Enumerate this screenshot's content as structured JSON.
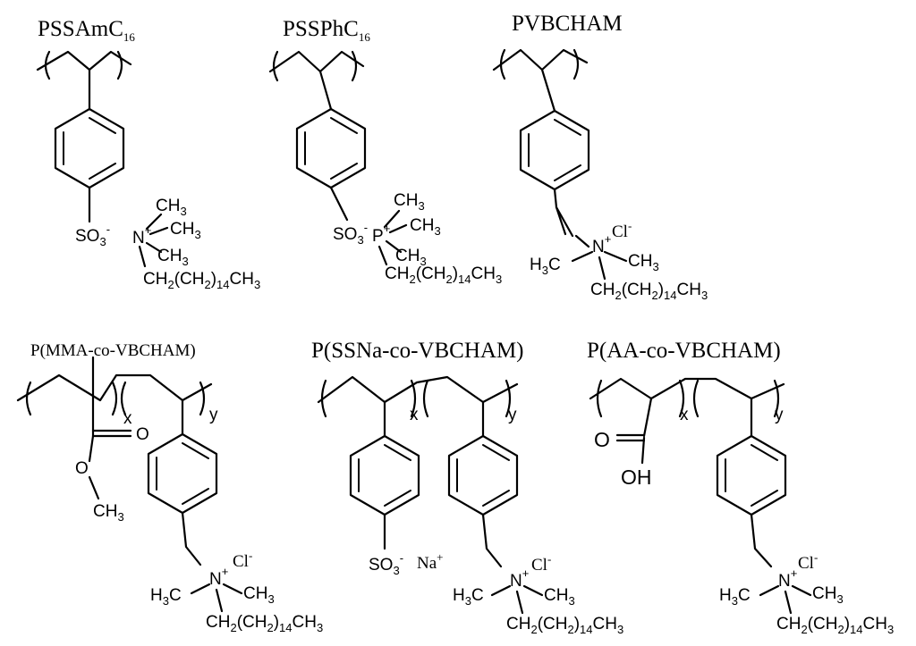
{
  "structures": [
    {
      "title": "PSSAm",
      "title_sub": "16",
      "title_c": "C",
      "so3": "SO",
      "so3_sub": "3",
      "so3_sup": "-",
      "center": "N",
      "center_sup": "+",
      "methyl": "CH",
      "methyl_sub": "3",
      "chain_a": "CH",
      "chain_a_sub": "2",
      "chain_b": "(CH",
      "chain_b_sub": "2",
      "chain_c": ")",
      "chain_c_sub": "14",
      "chain_d": "CH",
      "chain_d_sub": "3"
    },
    {
      "title": "PSSPh",
      "title_c": "C",
      "title_sub": "16",
      "so3": "SO",
      "so3_sub": "3",
      "so3_sup": "-",
      "center": "P",
      "center_sup": "+",
      "methyl": "CH",
      "methyl_sub": "3",
      "chain_a": "CH",
      "chain_a_sub": "2",
      "chain_b": "(CH",
      "chain_b_sub": "2",
      "chain_c": ")",
      "chain_c_sub": "14",
      "chain_d": "CH",
      "chain_d_sub": "3"
    },
    {
      "title": "PVBCHAM",
      "counter": "Cl",
      "counter_sup": "-",
      "center": "N",
      "center_sup": "+",
      "h3c": "H",
      "h3c_sub": "3",
      "h3c_c": "C",
      "methyl": "CH",
      "methyl_sub": "3",
      "chain_a": "CH",
      "chain_a_sub": "2",
      "chain_b": "(CH",
      "chain_b_sub": "2",
      "chain_c": ")",
      "chain_c_sub": "14",
      "chain_d": "CH",
      "chain_d_sub": "3"
    },
    {
      "title": "P(MMA-co-VBCHAM)",
      "x": "x",
      "y": "y",
      "o": "O",
      "methyl": "CH",
      "methyl_sub": "3",
      "counter": "Cl",
      "counter_sup": "-",
      "center": "N",
      "center_sup": "+",
      "h3c": "H",
      "h3c_sub": "3",
      "h3c_c": "C",
      "chain_a": "CH",
      "chain_a_sub": "2",
      "chain_b": "(CH",
      "chain_b_sub": "2",
      "chain_c": ")",
      "chain_c_sub": "14",
      "chain_d": "CH",
      "chain_d_sub": "3"
    },
    {
      "title": "P(SSNa-co-VBCHAM)",
      "x": "x",
      "y": "y",
      "so3": "SO",
      "so3_sub": "3",
      "so3_sup": "-",
      "na": "Na",
      "na_sup": "+",
      "counter": "Cl",
      "counter_sup": "-",
      "center": "N",
      "center_sup": "+",
      "h3c": "H",
      "h3c_sub": "3",
      "h3c_c": "C",
      "methyl": "CH",
      "methyl_sub": "3",
      "chain_a": "CH",
      "chain_a_sub": "2",
      "chain_b": "(CH",
      "chain_b_sub": "2",
      "chain_c": ")",
      "chain_c_sub": "14",
      "chain_d": "CH",
      "chain_d_sub": "3"
    },
    {
      "title": "P(AA-co-VBCHAM)",
      "x": "x",
      "y": "y",
      "o": "O",
      "oh": "OH",
      "counter": "Cl",
      "counter_sup": "-",
      "center": "N",
      "center_sup": "+",
      "h3c": "H",
      "h3c_sub": "3",
      "h3c_c": "C",
      "methyl": "CH",
      "methyl_sub": "3",
      "chain_a": "CH",
      "chain_a_sub": "2",
      "chain_b": "(CH",
      "chain_b_sub": "2",
      "chain_c": ")",
      "chain_c_sub": "14",
      "chain_d": "CH",
      "chain_d_sub": "3"
    }
  ]
}
